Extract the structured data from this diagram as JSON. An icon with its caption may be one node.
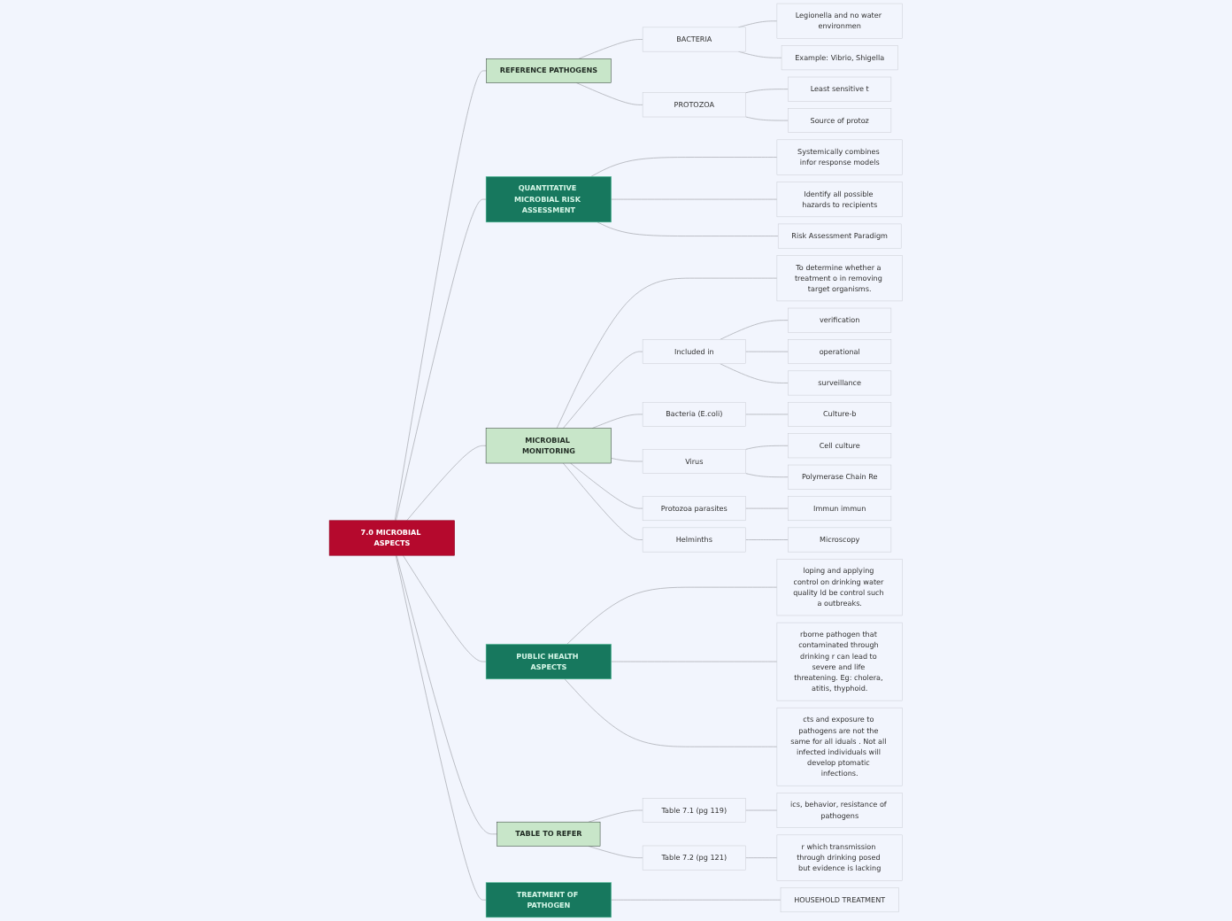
{
  "diagram": {
    "nodes": [
      {
        "text": [
          "7.0 MICROBIAL ASPECTS"
        ]
      },
      {
        "text": [
          "REFERENCE PATHOGENS"
        ]
      },
      {
        "text": [
          "BACTERIA"
        ]
      },
      {
        "text": [
          "Legionella and no water environmen"
        ]
      },
      {
        "text": [
          "Example: Vibrio, Shigella"
        ]
      },
      {
        "text": [
          "PROTOZOA"
        ]
      },
      {
        "text": [
          "Least sensitive t"
        ]
      },
      {
        "text": [
          "Source of protoz"
        ]
      },
      {
        "text": [
          "QUANTITATIVE MICROBIAL RISK ASSESSMENT"
        ]
      },
      {
        "text": [
          "Systemically combines infor response models"
        ]
      },
      {
        "text": [
          "Identify all possible hazards to recipients"
        ]
      },
      {
        "text": [
          "Risk Assessment Paradigm"
        ]
      },
      {
        "text": [
          "MICROBIAL MONITORING"
        ]
      },
      {
        "text": [
          "To determine whether a treatment o in removing target organisms."
        ]
      },
      {
        "text": [
          "Included in"
        ]
      },
      {
        "text": [
          "verification"
        ]
      },
      {
        "text": [
          "operational"
        ]
      },
      {
        "text": [
          "surveillance"
        ]
      },
      {
        "text": [
          "Bacteria (E.coli)"
        ]
      },
      {
        "text": [
          "Culture-b"
        ]
      },
      {
        "text": [
          "Virus"
        ]
      },
      {
        "text": [
          "Cell culture"
        ]
      },
      {
        "text": [
          "Polymerase Chain Re"
        ]
      },
      {
        "text": [
          "Protozoa parasites"
        ]
      },
      {
        "text": [
          "Immun immun"
        ]
      },
      {
        "text": [
          "Helminths"
        ]
      },
      {
        "text": [
          "Microscopy"
        ]
      },
      {
        "text": [
          "PUBLIC HEALTH ASPECTS"
        ]
      },
      {
        "text": [
          "loping and applying control on drinking water quality ld be control such a outbreaks."
        ]
      },
      {
        "text": [
          "rborne pathogen that contaminated through drinking r can lead to severe and life threatening. Eg: cholera, atitis, thyphoid."
        ]
      },
      {
        "text": [
          "cts and exposure to pathogens are not the same for all iduals . Not all infected individuals will develop ptomatic infections."
        ]
      },
      {
        "text": [
          "TABLE TO REFER"
        ]
      },
      {
        "text": [
          "Table 7.1 (pg 119)"
        ]
      },
      {
        "text": [
          "ics, behavior, resistance of pathogens"
        ]
      },
      {
        "text": [
          "Table 7.2 (pg 121)"
        ]
      },
      {
        "text": [
          "r which transmission through drinking posed but evidence is lacking"
        ]
      },
      {
        "text": [
          "TREATMENT OF PATHOGEN"
        ]
      },
      {
        "text": [
          "HOUSEHOLD TREATMENT"
        ]
      }
    ],
    "edges": [
      {
        "from": 0,
        "to": 1,
        "arrow": "none"
      },
      {
        "from": 1,
        "to": 2,
        "arrow": "none"
      },
      {
        "from": 2,
        "to": 3,
        "arrow": "none"
      },
      {
        "from": 2,
        "to": 4,
        "arrow": "none"
      },
      {
        "from": 1,
        "to": 5,
        "arrow": "none"
      },
      {
        "from": 5,
        "to": 6,
        "arrow": "none"
      },
      {
        "from": 5,
        "to": 7,
        "arrow": "none"
      },
      {
        "from": 0,
        "to": 8,
        "arrow": "none"
      },
      {
        "from": 8,
        "to": 9,
        "arrow": "none"
      },
      {
        "from": 8,
        "to": 10,
        "arrow": "none"
      },
      {
        "from": 8,
        "to": 11,
        "arrow": "none"
      },
      {
        "from": 0,
        "to": 12,
        "arrow": "none"
      },
      {
        "from": 12,
        "to": 13,
        "arrow": "none"
      },
      {
        "from": 12,
        "to": 14,
        "arrow": "none"
      },
      {
        "from": 14,
        "to": 15,
        "arrow": "none"
      },
      {
        "from": 14,
        "to": 16,
        "arrow": "none"
      },
      {
        "from": 14,
        "to": 17,
        "arrow": "none"
      },
      {
        "from": 12,
        "to": 18,
        "arrow": "none"
      },
      {
        "from": 18,
        "to": 19,
        "arrow": "none"
      },
      {
        "from": 12,
        "to": 20,
        "arrow": "none"
      },
      {
        "from": 20,
        "to": 21,
        "arrow": "none"
      },
      {
        "from": 20,
        "to": 22,
        "arrow": "none"
      },
      {
        "from": 12,
        "to": 23,
        "arrow": "none"
      },
      {
        "from": 23,
        "to": 24,
        "arrow": "none"
      },
      {
        "from": 12,
        "to": 25,
        "arrow": "none"
      },
      {
        "from": 25,
        "to": 26,
        "arrow": "none"
      },
      {
        "from": 0,
        "to": 27,
        "arrow": "none"
      },
      {
        "from": 27,
        "to": 28,
        "arrow": "none"
      },
      {
        "from": 27,
        "to": 29,
        "arrow": "none"
      },
      {
        "from": 27,
        "to": 30,
        "arrow": "none"
      },
      {
        "from": 0,
        "to": 31,
        "arrow": "none"
      },
      {
        "from": 31,
        "to": 32,
        "arrow": "none"
      },
      {
        "from": 32,
        "to": 33,
        "arrow": "none"
      },
      {
        "from": 31,
        "to": 34,
        "arrow": "none"
      },
      {
        "from": 34,
        "to": 35,
        "arrow": "none"
      },
      {
        "from": 0,
        "to": 36,
        "arrow": "none"
      },
      {
        "from": 36,
        "to": 37,
        "arrow": "none"
      }
    ]
  }
}
